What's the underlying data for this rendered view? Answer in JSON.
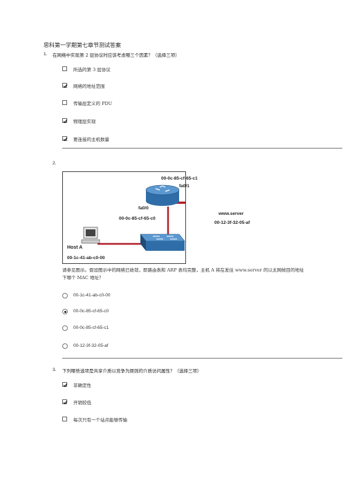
{
  "title": "思科第一学期第七章节测试答案",
  "q1": {
    "number": "1.",
    "question": "在网络中实现第 2 层协议时应该考虑哪三个因素？（选择三项）",
    "options": [
      {
        "label": "所选的第 3 层协议",
        "checked": false
      },
      {
        "label": "网络的地址范围",
        "checked": true
      },
      {
        "label": "传输层定义的 PDU",
        "checked": false
      },
      {
        "label": "物理层实现",
        "checked": true
      },
      {
        "label": "要连接的主机数量",
        "checked": true
      }
    ]
  },
  "q2": {
    "number": "2.",
    "diagram": {
      "router_mac_top": "00-0c-85-cf-65-c1",
      "router_port_top": "fa0/1",
      "router_port_left": "fa0/0",
      "router_mac_left": "00-0c-85-cf-65-c0",
      "server_name": "www.server",
      "server_mac": "00-12-3f-32-05-af",
      "host_name": "Host A",
      "host_mac": "00-1c-41-ab-c0-00"
    },
    "paragraph_line1": "请参见图示。假设图示中的网络已收敛，即路由表和 ARP 表均完整，主机 A 将在发往 www.server 的以太网帧目的地址",
    "paragraph_line2": "下哪个 MAC 地址？",
    "options": [
      {
        "label": "00-1c-41-ab-c0-00",
        "selected": false
      },
      {
        "label": "00-0c-85-cf-65-c0",
        "selected": true
      },
      {
        "label": "00-0c-85-cf-65-c1",
        "selected": false
      },
      {
        "label": "00-12-3f-32-05-af",
        "selected": false
      }
    ]
  },
  "q3": {
    "number": "3.",
    "question": "下列哪些选项是共享介质以竞争为原则的介质访问属性？（选择三项）",
    "options": [
      {
        "label": "非确定性",
        "checked": true
      },
      {
        "label": "开销较低",
        "checked": true
      },
      {
        "label": "每次只有一个站点能够传输",
        "checked": false
      }
    ]
  }
}
